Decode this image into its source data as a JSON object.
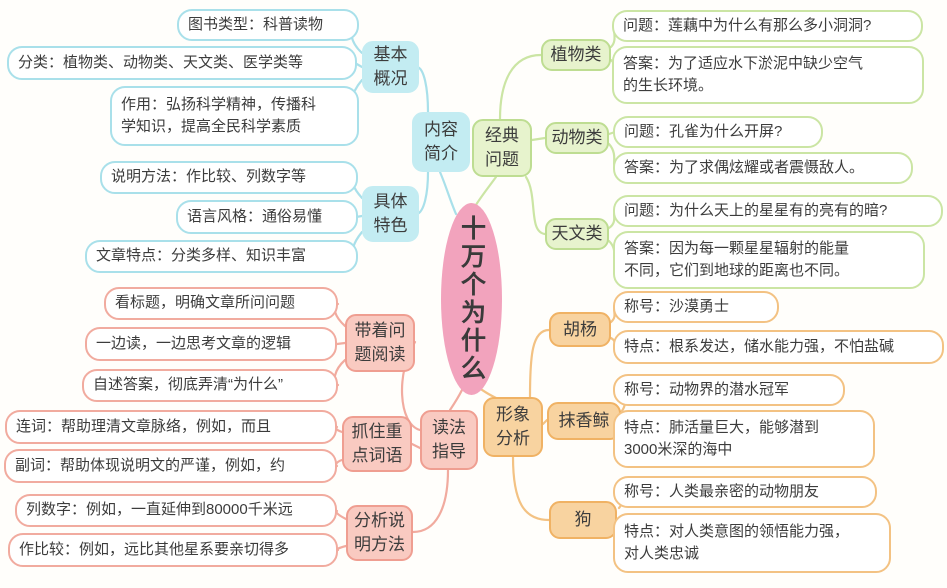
{
  "central_topic": "十万个为什么",
  "branches": {
    "content_intro": {
      "label": "内容\n简介",
      "children": {
        "basic_overview": {
          "label": "基本\n概况",
          "leaves": [
            "图书类型：科普读物",
            "分类：植物类、动物类、天文类、医学类等",
            "作用：弘扬科学精神，传播科\n学知识，提高全民科学素质"
          ]
        },
        "specific_features": {
          "label": "具体\n特色",
          "leaves": [
            "说明方法：作比较、列数字等",
            "语言风格：通俗易懂",
            "文章特点：分类多样、知识丰富"
          ]
        }
      }
    },
    "reading_guide": {
      "label": "读法\n指导",
      "children": {
        "with_questions": {
          "label": "带着问\n题阅读",
          "leaves": [
            "看标题，明确文章所问问题",
            "一边读，一边思考文章的逻辑",
            "自述答案，彻底弄清“为什么”"
          ]
        },
        "key_words": {
          "label": "抓住重\n点词语",
          "leaves": [
            "连词：帮助理清文章脉络，例如，而且",
            "副词：帮助体现说明文的严谨，例如，约"
          ]
        },
        "analyze_methods": {
          "label": "分析说\n明方法",
          "leaves": [
            "列数字：例如，一直延伸到80000千米远",
            "作比较：例如，远比其他星系要亲切得多"
          ]
        }
      }
    },
    "classic_questions": {
      "label": "经典\n问题",
      "children": {
        "plants": {
          "label": "植物类",
          "leaves": [
            "问题：莲藕中为什么有那么多小洞洞?",
            "答案：为了适应水下淤泥中缺少空气\n的生长环境。"
          ]
        },
        "animals": {
          "label": "动物类",
          "leaves": [
            "问题：孔雀为什么开屏?",
            "答案：为了求偶炫耀或者震慑敌人。"
          ]
        },
        "astronomy": {
          "label": "天文类",
          "leaves": [
            "问题：为什么天上的星星有的亮有的暗?",
            "答案：因为每一颗星星辐射的能量\n不同，它们到地球的距离也不同。"
          ]
        }
      }
    },
    "image_analysis": {
      "label": "形象\n分析",
      "children": {
        "poplar": {
          "label": "胡杨",
          "leaves": [
            "称号：沙漠勇士",
            "特点：根系发达，储水能力强，不怕盐碱"
          ]
        },
        "sperm_whale": {
          "label": "抹香鲸",
          "leaves": [
            "称号：动物界的潜水冠军",
            "特点：肺活量巨大，能够潜到\n3000米深的海中"
          ]
        },
        "dog": {
          "label": "狗",
          "leaves": [
            "称号：人类最亲密的动物朋友",
            "特点：对人类意图的领悟能力强，\n对人类忠诚"
          ]
        }
      }
    }
  },
  "colors": {
    "center_fill": "#f2a3bd",
    "cyan_fill": "#c3ecf2",
    "cyan_line": "#a9e0ea",
    "salmon_fill": "#f9cac1",
    "salmon_border": "#ef9e91",
    "salmon_line": "#f1ab9f",
    "green_fill": "#e7f3cd",
    "green_border": "#bedd92",
    "green_line": "#cbe5a4",
    "orange_fill": "#f8d3a0",
    "orange_border": "#f0b264",
    "orange_line": "#f3c283"
  }
}
